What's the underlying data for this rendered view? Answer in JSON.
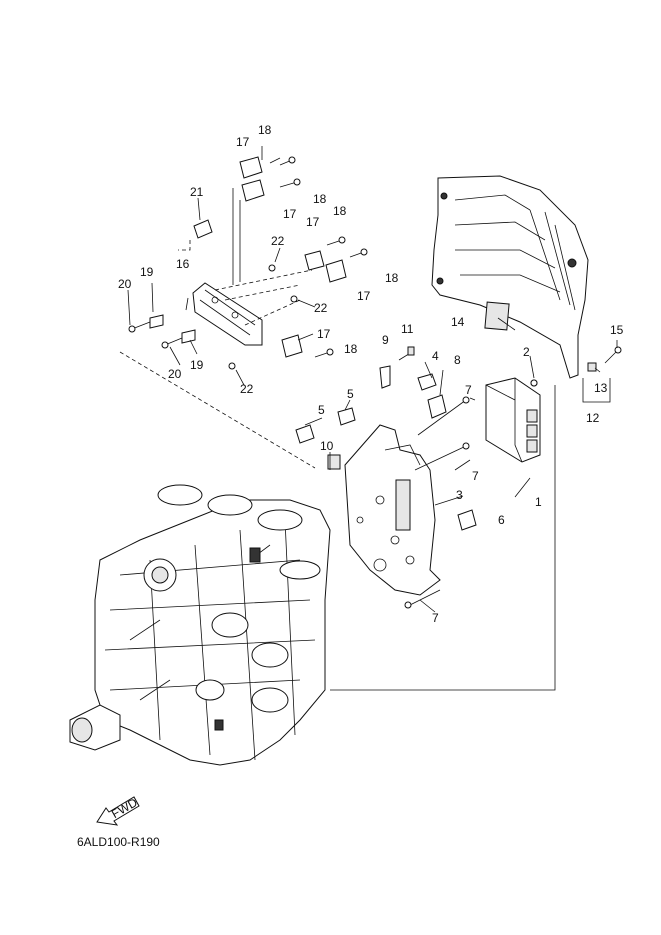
{
  "diagram_code": "6ALD100-R190",
  "fwd_label": "FWD",
  "callouts": {
    "c1": "1",
    "c2": "2",
    "c3": "3",
    "c4": "4",
    "c5a": "5",
    "c5b": "5",
    "c6": "6",
    "c7a": "7",
    "c7b": "7",
    "c7c": "7",
    "c8": "8",
    "c9": "9",
    "c10": "10",
    "c11": "11",
    "c12": "12",
    "c13": "13",
    "c14": "14",
    "c15": "15",
    "c16": "16",
    "c17a": "17",
    "c17b": "17",
    "c17c": "17",
    "c17d": "17",
    "c17e": "17",
    "c18a": "18",
    "c18b": "18",
    "c18c": "18",
    "c18d": "18",
    "c18e": "18",
    "c19a": "19",
    "c19b": "19",
    "c20a": "20",
    "c20b": "20",
    "c21": "21",
    "c22a": "22",
    "c22b": "22",
    "c22c": "22"
  }
}
